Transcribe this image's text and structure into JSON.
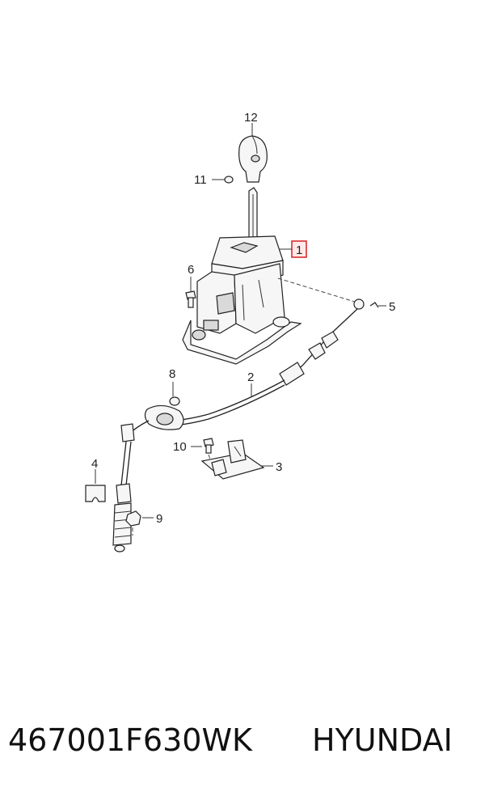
{
  "callouts": {
    "c1": "1",
    "c2": "2",
    "c3": "3",
    "c4": "4",
    "c5": "5",
    "c6": "6",
    "c8": "8",
    "c9": "9",
    "c10": "10",
    "c11": "11",
    "c12": "12"
  },
  "caption": {
    "part_number": "467001F630WK",
    "brand": "HYUNDAI"
  },
  "colors": {
    "highlight": "#d62020",
    "line": "#222222"
  }
}
